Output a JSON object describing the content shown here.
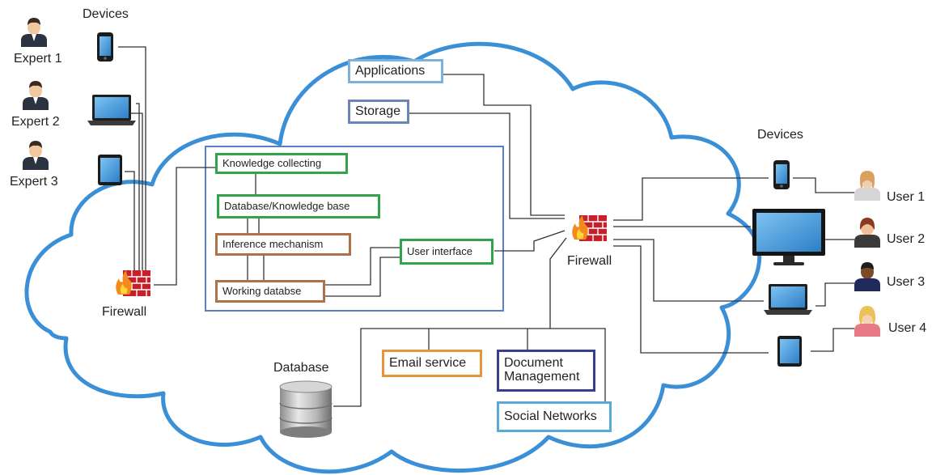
{
  "experts": [
    "Expert 1",
    "Expert 2",
    "Expert 3"
  ],
  "users": [
    "User 1",
    "User 2",
    "User 3",
    "User 4"
  ],
  "devices_left_label": "Devices",
  "devices_right_label": "Devices",
  "firewall_left_label": "Firewall",
  "firewall_right_label": "Firewall",
  "cloud_services": {
    "applications": "Applications",
    "storage": "Storage",
    "email_service": "Email service",
    "document_management": [
      "Document",
      "Management"
    ],
    "social_networks": "Social Networks",
    "database": "Database"
  },
  "expert_system": {
    "knowledge_collecting": "Knowledge collecting",
    "knowledge_base": "Database/Knowledge base",
    "inference_mechanism": "Inference mechanism",
    "working_database": "Working databse",
    "user_interface": "User interface"
  },
  "colors": {
    "cloud_outline": "#3a8fd6",
    "inner_frame": "#5b7fc4",
    "connector": "#333333",
    "firewall_brick": "#c8202a",
    "green_box": "#33a34a",
    "brown_box": "#b07049"
  },
  "icons": [
    "person-icon",
    "smartphone-icon",
    "laptop-icon",
    "tablet-icon",
    "monitor-icon",
    "firewall-icon",
    "database-icon"
  ]
}
